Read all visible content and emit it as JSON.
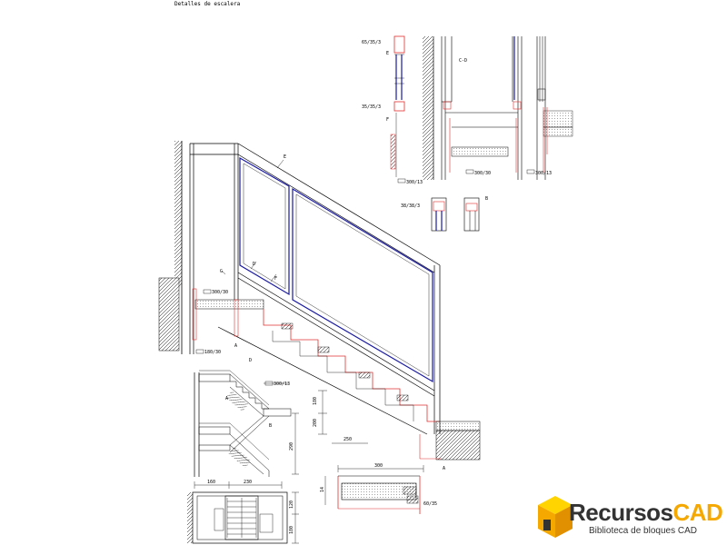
{
  "title": "Detalles de escalera",
  "labels": {
    "e_top": "E",
    "e_mid": "E",
    "f_mid": "F",
    "f_top": "F",
    "g": "G",
    "d": "D",
    "d_bot": "D",
    "a_left": "A",
    "a_right": "A",
    "a_plan": "A",
    "b": "B",
    "b_plan": "B",
    "cd": "C-D"
  },
  "dims": {
    "p65": "65/35/3",
    "p35": "35/35/3",
    "p38": "38/38/3",
    "s300_13": "300/13",
    "s300_30a": "300/30",
    "s300_13b": "300/13",
    "s300_30g": "300/30",
    "s180_30": "180/30",
    "s300_13c": "300/13",
    "d250": "250",
    "d180": "180",
    "d200": "200",
    "d300": "300",
    "d14": "14",
    "s60_35": "60/35",
    "d160": "160",
    "d230": "230",
    "v180": "180",
    "v120": "120",
    "v290": "290"
  },
  "logo": {
    "brand_a": "Recursos",
    "brand_b": "CAD",
    "tagline": "Biblioteca de bloques CAD"
  },
  "colors": {
    "blue": "#1a1aa0",
    "red": "#e03030",
    "black": "#000000",
    "orange": "#f5a800",
    "yellow": "#ffd400",
    "grey": "#333333"
  }
}
